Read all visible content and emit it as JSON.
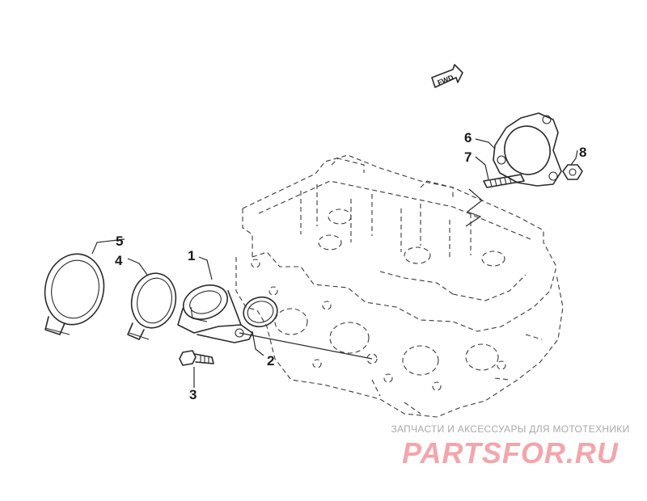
{
  "diagram": {
    "direction_label": "FWD",
    "callouts": [
      {
        "id": "1",
        "label": "1"
      },
      {
        "id": "2",
        "label": "2"
      },
      {
        "id": "3",
        "label": "3"
      },
      {
        "id": "4",
        "label": "4"
      },
      {
        "id": "5",
        "label": "5"
      },
      {
        "id": "6",
        "label": "6"
      },
      {
        "id": "7",
        "label": "7"
      },
      {
        "id": "8",
        "label": "8"
      }
    ]
  },
  "watermark": {
    "tagline": "ЗАПЧАСТИ И АКСЕССУАРЫ ДЛЯ МОТОТЕХНИКИ",
    "logo": "PARTSFOR.RU",
    "color": "#f2a6ac"
  },
  "colors": {
    "line": "#2a2a2a",
    "background": "#ffffff"
  }
}
